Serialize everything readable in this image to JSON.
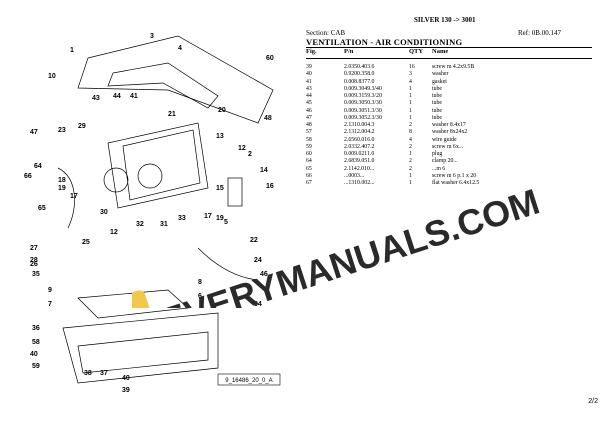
{
  "header": {
    "title": "SILVER 130 -> 3001",
    "section": "Section: CAB",
    "ref": "Ref: 0B.00.147",
    "group_name": "VENTILATION - AIR CONDITIONING"
  },
  "table": {
    "columns": [
      "Fig.",
      "P/n",
      "QTY",
      "Name"
    ],
    "rows": [
      [
        "39",
        "2.0350.403.6",
        "16",
        "screw m 4.2x9.5B"
      ],
      [
        "40",
        "0.9200.358.0",
        "3",
        "washer"
      ],
      [
        "41",
        "0.008.8377.0",
        "4",
        "gasket"
      ],
      [
        "43",
        "0.009.3049.3/40",
        "1",
        "tube"
      ],
      [
        "44",
        "0.009.3159.3/20",
        "1",
        "tube"
      ],
      [
        "45",
        "0.009.3050.3/30",
        "1",
        "tube"
      ],
      [
        "46",
        "0.009.3051.3/30",
        "1",
        "tube"
      ],
      [
        "47",
        "0.009.3052.3/30",
        "1",
        "tube"
      ],
      [
        "48",
        "2.1310.004.3",
        "2",
        "washer 8.4x17"
      ],
      [
        "57",
        "2.1312.004.2",
        "8",
        "washer 8x24x2"
      ],
      [
        "58",
        "2.6560.016.0",
        "4",
        "wire guide"
      ],
      [
        "59",
        "2.0332.407.2",
        "2",
        "screw m 6x..."
      ],
      [
        "60",
        "0.009.0211.0",
        "1",
        "plug"
      ],
      [
        "64",
        "2.6839.051.0",
        "2",
        "clamp 20..."
      ],
      [
        "65",
        "2.1142.010...",
        "2",
        "...m 6"
      ],
      [
        "66",
        "...0003...",
        "1",
        "screw m 6 p.1 x 20"
      ],
      [
        "67",
        "...1310.002...",
        "1",
        "flat washer 6.4x12.5"
      ]
    ]
  },
  "diagram": {
    "drawing_code": "9_16486_20_0_A",
    "callouts": [
      "1",
      "3",
      "4",
      "60",
      "10",
      "43",
      "44",
      "41",
      "21",
      "29",
      "12",
      "20",
      "48",
      "47",
      "23",
      "18",
      "19",
      "13",
      "15",
      "64",
      "66",
      "65",
      "17",
      "14",
      "16",
      "2",
      "30",
      "32",
      "31",
      "33",
      "17",
      "19",
      "5",
      "22",
      "24",
      "46",
      "27",
      "26",
      "25",
      "12",
      "28",
      "35",
      "8",
      "9",
      "7",
      "6",
      "34",
      "36",
      "58",
      "40",
      "59",
      "38",
      "37",
      "40",
      "39"
    ]
  },
  "watermark": {
    "text": "EVERYMANUALS.COM",
    "letter": "e",
    "color": "#2a2a2a",
    "badge_color": "#f2c84b"
  },
  "footer": {
    "page": "2/2"
  }
}
